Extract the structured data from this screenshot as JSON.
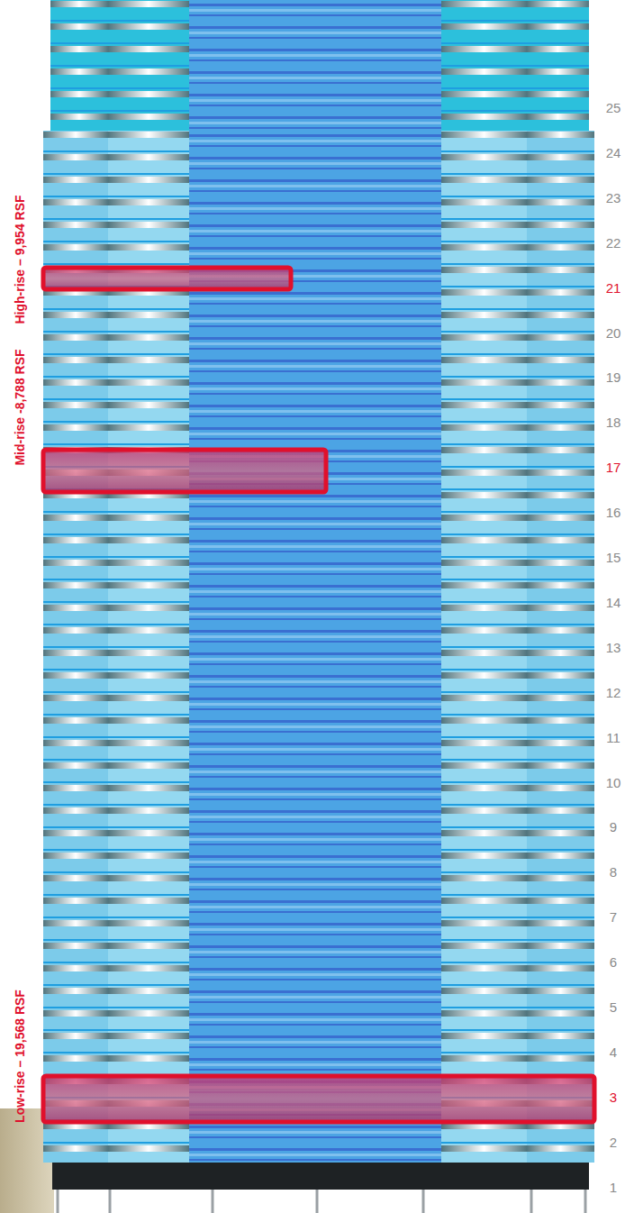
{
  "diagram": {
    "labels": [
      "25",
      "24",
      "23",
      "22",
      "21",
      "20",
      "19",
      "18",
      "17",
      "16",
      "15",
      "14",
      "13",
      "12",
      "11",
      "10",
      "9",
      "8",
      "7",
      "6",
      "5",
      "4",
      "3",
      "2",
      "1",
      "High-rise – 9,954 RSF",
      "Mid-rise -8,788 RSF",
      "Low-rise – 19,568 RSF"
    ]
  }
}
